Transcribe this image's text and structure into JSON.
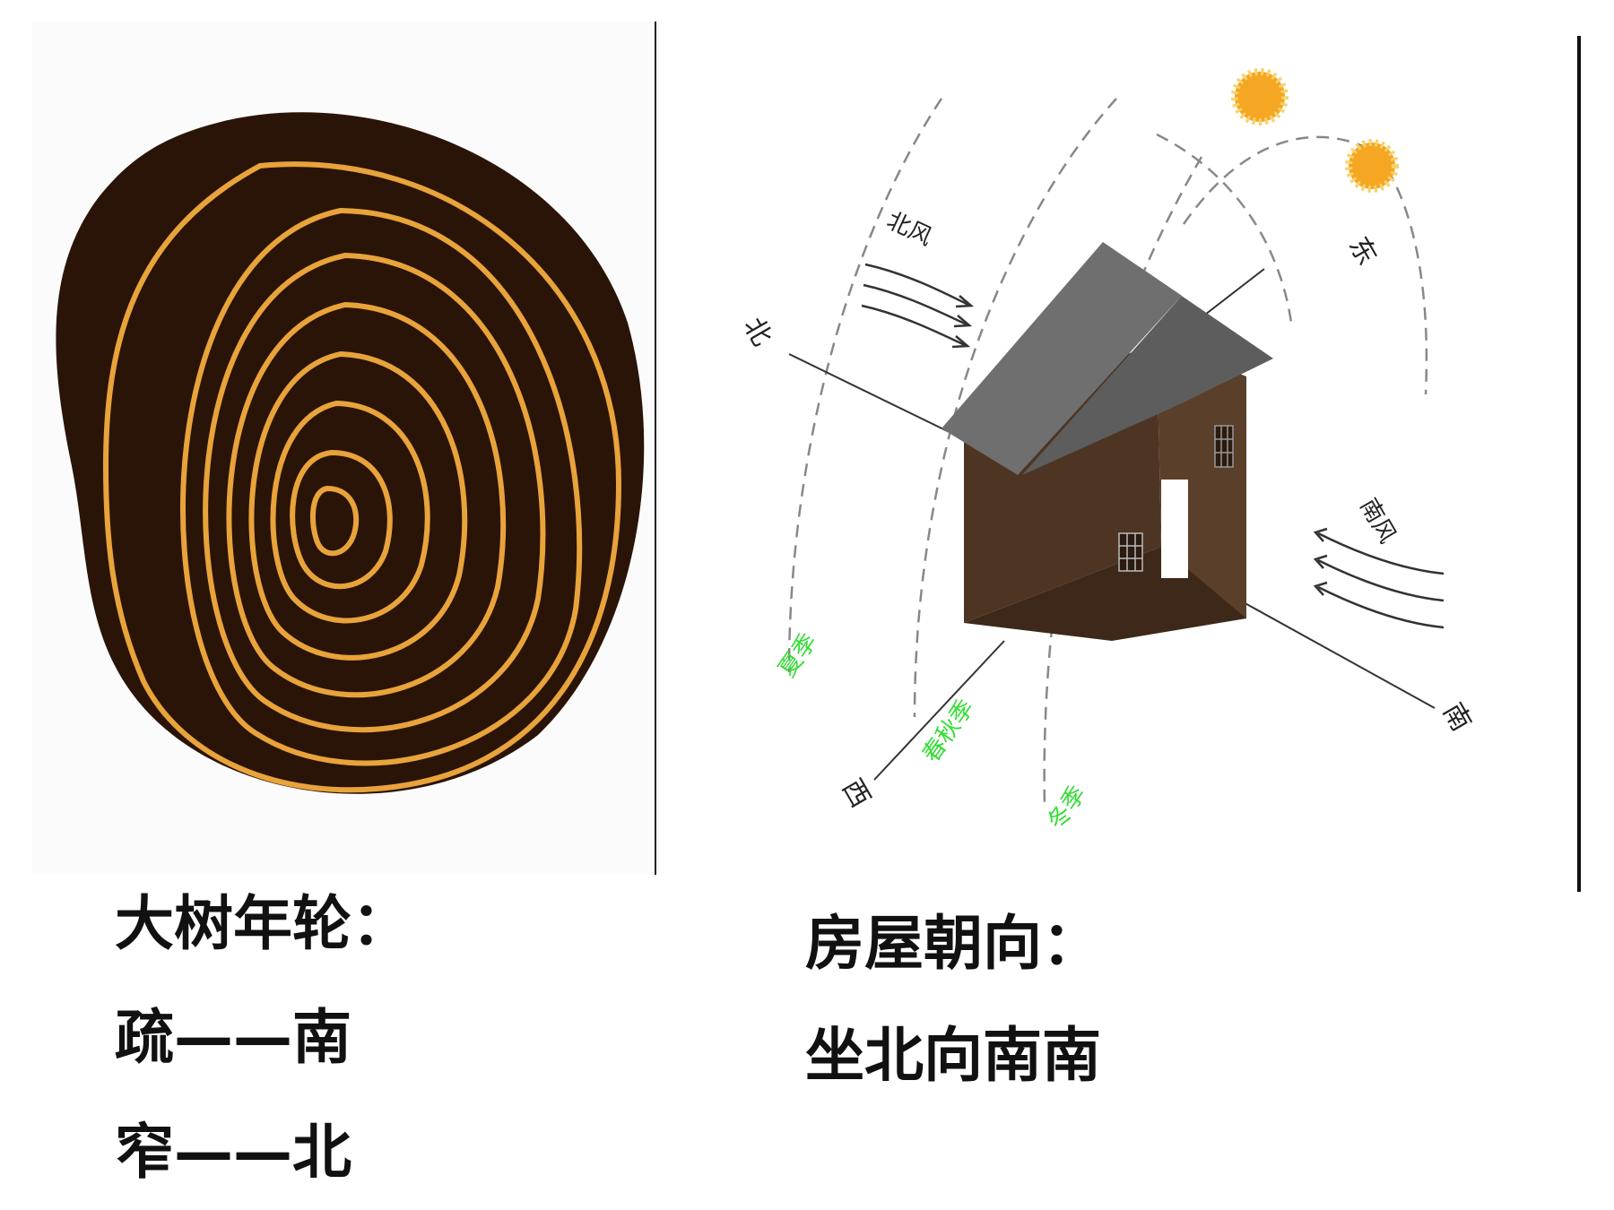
{
  "left_caption": {
    "title": "大树年轮：",
    "line1": "疏——南",
    "line2": "窄——北"
  },
  "right_caption": {
    "title": "房屋朝向：",
    "line1": "坐北向南南"
  },
  "diagram": {
    "north": "北",
    "east": "东",
    "west": "西",
    "south": "南",
    "north_wind": "北风",
    "south_wind": "南风",
    "summer": "夏季",
    "spring_autumn": "春秋季",
    "winter": "冬季",
    "colors": {
      "ring_bg": "#2a1408",
      "ring_line": "#e8a33a",
      "house_wall": "#4e3523",
      "house_roof": "#6f6f6f",
      "season_text": "#33dd33",
      "sun": "#f5a623"
    }
  }
}
